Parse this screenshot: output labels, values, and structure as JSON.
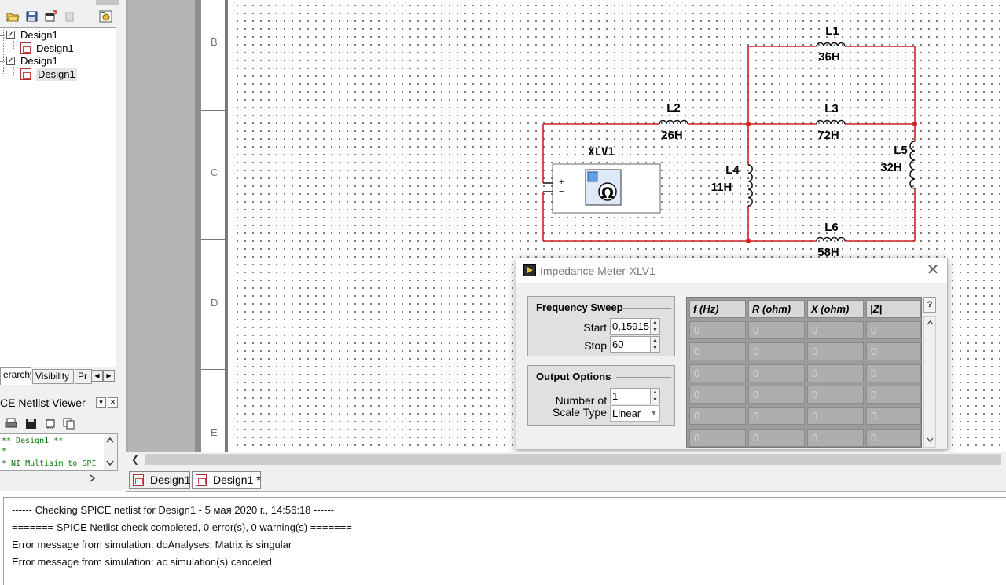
{
  "design_tree": {
    "items": [
      {
        "label": "Design1",
        "checked": true
      },
      {
        "label": "Design1"
      },
      {
        "label": "Design1",
        "checked": true
      },
      {
        "label": "Design1",
        "selected": true
      }
    ]
  },
  "panel_tabs": [
    "erarchy",
    "Visibility",
    "Pr"
  ],
  "netlist_viewer": {
    "title": "CE Netlist Viewer",
    "lines": [
      "** Design1 **",
      "*",
      "* NI Multisim to SPI"
    ]
  },
  "ruler_labels": [
    "B",
    "C",
    "D",
    "E"
  ],
  "schematic": {
    "wire_color": "#d32020",
    "instrument_label": "XLV1",
    "components": [
      {
        "name": "L1",
        "value": "36H"
      },
      {
        "name": "L2",
        "value": "26H"
      },
      {
        "name": "L3",
        "value": "72H"
      },
      {
        "name": "L4",
        "value": "11H"
      },
      {
        "name": "L5",
        "value": "32H"
      },
      {
        "name": "L6",
        "value": "58H"
      }
    ],
    "terminal_plus": "+",
    "terminal_minus": "−"
  },
  "doc_tabs": [
    "Design1",
    "Design1 *"
  ],
  "output_log": [
    "------ Checking SPICE netlist for Design1 - 5 мая 2020 г., 14:56:18 ------",
    "======= SPICE Netlist check completed, 0 error(s), 0 warning(s) =======",
    "Error message from simulation: doAnalyses: Matrix is singular",
    "Error message from simulation: ac simulation(s) canceled"
  ],
  "impedance_meter": {
    "title": "Impedance Meter-XLV1",
    "frequency_sweep": {
      "title": "Frequency Sweep",
      "start_label": "Start",
      "start_value": "0,15915",
      "stop_label": "Stop",
      "stop_value": "60"
    },
    "output_options": {
      "title": "Output Options",
      "number_label": "Number of",
      "number_value": "1",
      "scale_label": "Scale Type",
      "scale_value": "Linear"
    },
    "help_label": "?",
    "columns": [
      "f (Hz)",
      "R (ohm)",
      "X (ohm)",
      "|Z|"
    ],
    "rows": [
      [
        "0",
        "0",
        "0",
        "0"
      ],
      [
        "0",
        "0",
        "0",
        "0"
      ],
      [
        "0",
        "0",
        "0",
        "0"
      ],
      [
        "0",
        "0",
        "0",
        "0"
      ],
      [
        "0",
        "0",
        "0",
        "0"
      ],
      [
        "0",
        "0",
        "0",
        "0"
      ]
    ]
  }
}
